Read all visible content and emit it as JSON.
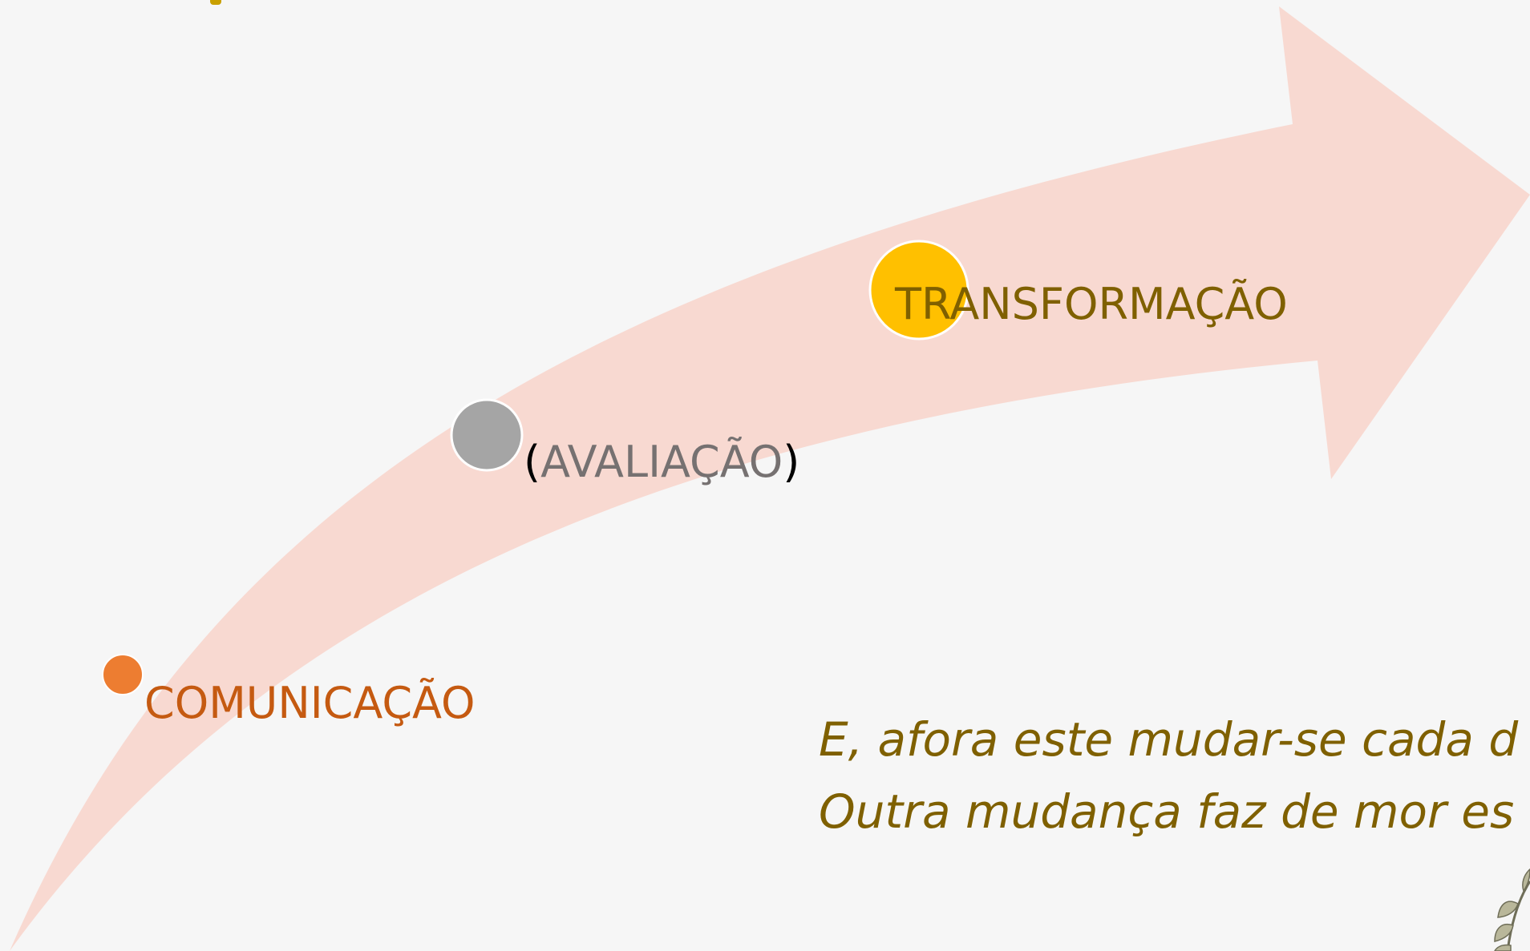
{
  "diagram": {
    "milestones": [
      {
        "id": "comunicacao",
        "label": "COMUNICAÇÃO",
        "color": "#ed7d31",
        "text_color": "#c55a11"
      },
      {
        "id": "avaliacao",
        "label": "AVALIAÇÃO",
        "open_paren": "(",
        "close_paren": ")",
        "color": "#a5a5a5",
        "text_color": "#767171"
      },
      {
        "id": "transformacao",
        "label": "TRANSFORMAÇÃO",
        "color": "#ffc000",
        "text_color": "#7f6000"
      }
    ],
    "arrow_color": "#f8d9d1"
  },
  "quote": {
    "line1": "E, afora este mudar-se cada d",
    "line2": "Outra mudança faz de mor es",
    "color": "#7f6000"
  }
}
